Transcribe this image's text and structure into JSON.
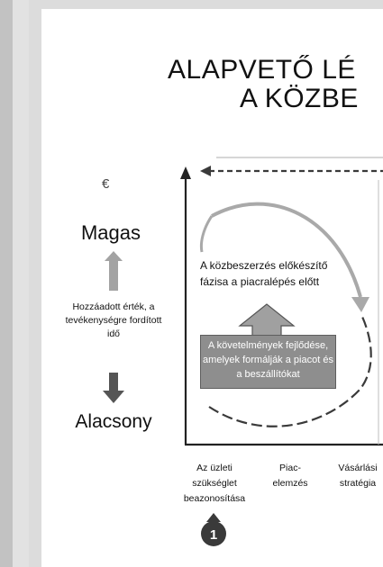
{
  "title": {
    "line1": "ALAPVETŐ LÉ",
    "line2": "A KÖZBE"
  },
  "left_panel": {
    "currency_symbol": "€",
    "high_label": "Magas",
    "added_value_label": "Hozzáadott érték, a tevékenységre fordított idő",
    "low_label": "Alacsony"
  },
  "diagram": {
    "prep_phase_text": "A közbeszerzés előkészítő fázisa a piacralépés előtt",
    "requirements_box_text": "A követelmények fejlődése, amelyek formálják a piacot és a beszállítókat",
    "phases": [
      {
        "number": "1",
        "label": "Az üzleti szükséglet beazonosítása"
      },
      {
        "label": "Piac- elemzés"
      },
      {
        "label": "Vásárlási stratégia"
      }
    ]
  },
  "colors": {
    "arc_arrow": "#a9a9a9",
    "dashed_line": "#3a3a3a",
    "box_fill": "#8e8e8e",
    "axis": "#222222",
    "arrow_up": "#a3a3a3",
    "arrow_down": "#555555",
    "badge": "#3a3a3a"
  }
}
